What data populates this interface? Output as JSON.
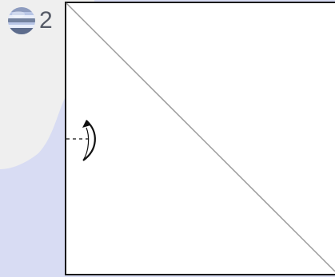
{
  "step": {
    "number": "2",
    "icon": "globe-step-icon"
  },
  "colors": {
    "background_gray": "#efefef",
    "background_blue": "#d8dcf3",
    "paper": "#ffffff",
    "paper_border": "#1a1a1a",
    "diagonal": "#9a9a9a",
    "arrow": "#111111",
    "step_text": "#555a66",
    "globe_light": "#b9c6e6",
    "globe_dark": "#5d6c8c"
  },
  "diagram": {
    "instruction_shape": "square-with-diagonal",
    "arrow": "fold-behind-arrow"
  }
}
